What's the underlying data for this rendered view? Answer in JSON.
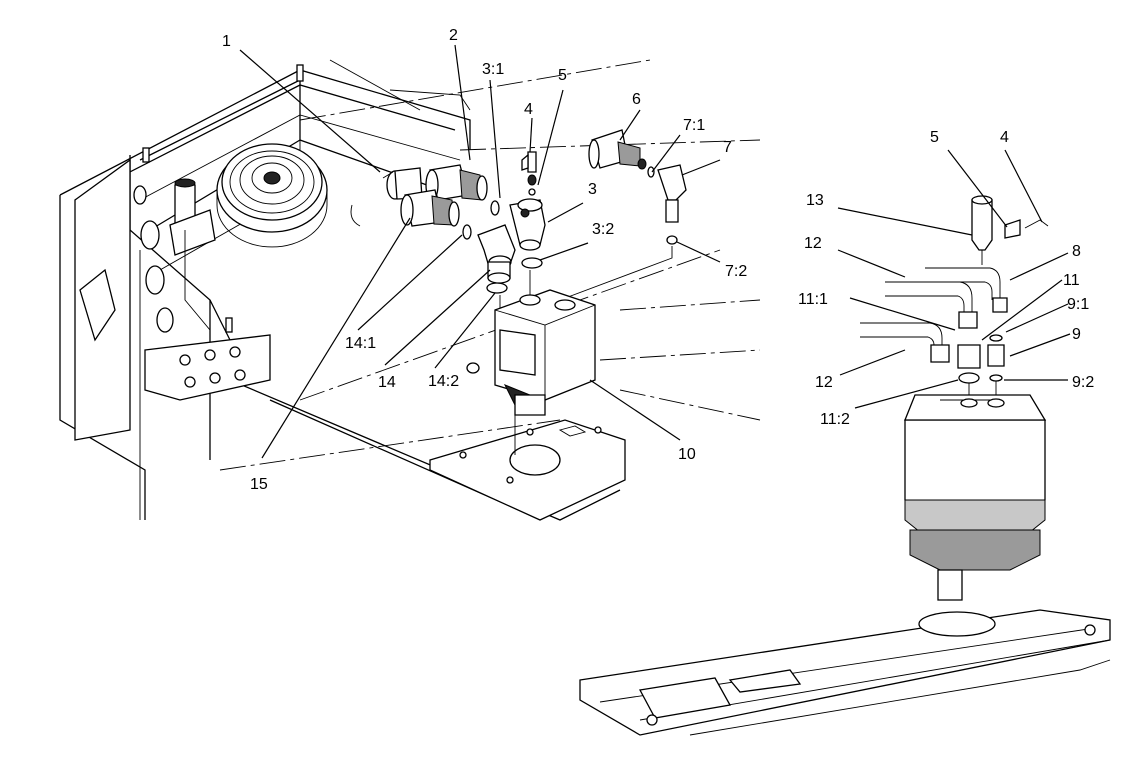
{
  "callouts": {
    "c1": "1",
    "c2": "2",
    "c3_1": "3:1",
    "c4a": "4",
    "c5a": "5",
    "c6": "6",
    "c7_1": "7:1",
    "c7": "7",
    "c3": "3",
    "c3_2": "3:2",
    "c7_2": "7:2",
    "c14_1": "14:1",
    "c14": "14",
    "c14_2": "14:2",
    "c15": "15",
    "c10": "10",
    "c5b": "5",
    "c4b": "4",
    "c13": "13",
    "c12a": "12",
    "c8": "8",
    "c11_1": "11:1",
    "c11": "11",
    "c9_1": "9:1",
    "c9": "9",
    "c12b": "12",
    "c9_2": "9:2",
    "c11_2": "11:2"
  }
}
